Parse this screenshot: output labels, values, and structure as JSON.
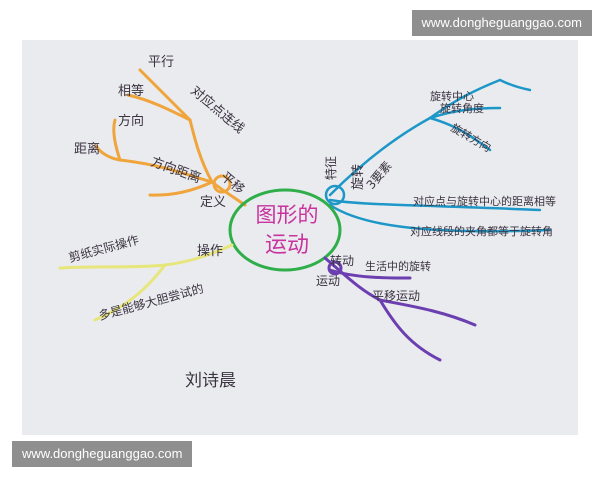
{
  "watermark": {
    "top": "www.dongheguanggao.com",
    "bottom": "www.dongheguanggao.com"
  },
  "map": {
    "center_top": "图形的",
    "center_bottom": "运动",
    "signature": "刘诗晨",
    "branches": {
      "orange": {
        "label_main": "平移",
        "label_def": "定义",
        "items": [
          "平行",
          "相等",
          "方向",
          "距离",
          "对应点连线",
          "方向距离"
        ]
      },
      "blue": {
        "label_main": "旋转",
        "label_feature": "特征",
        "label_sub": "3要素",
        "items": [
          "旋转中心",
          "旋转角度",
          "旋转方向",
          "对应点与旋转中心的距离相等",
          "对应线段的夹角都等于旋转角"
        ]
      },
      "yellow": {
        "label": "操作",
        "items": [
          "剪纸实际操作",
          "多是能够大胆尝试的"
        ]
      },
      "purple": {
        "label_a": "转动",
        "label_b": "运动",
        "items": [
          "生活中的旋转",
          "平移运动"
        ]
      }
    }
  },
  "colors": {
    "paper": "#eaebef",
    "orange": "#f0a43c",
    "blue": "#1d97c7",
    "green": "#2fae4a",
    "magenta": "#c8339e",
    "purple": "#6b3fb0",
    "yellow": "#e7e67a",
    "ink": "#3a3340",
    "watermark_bg": "#8f8f8f"
  }
}
